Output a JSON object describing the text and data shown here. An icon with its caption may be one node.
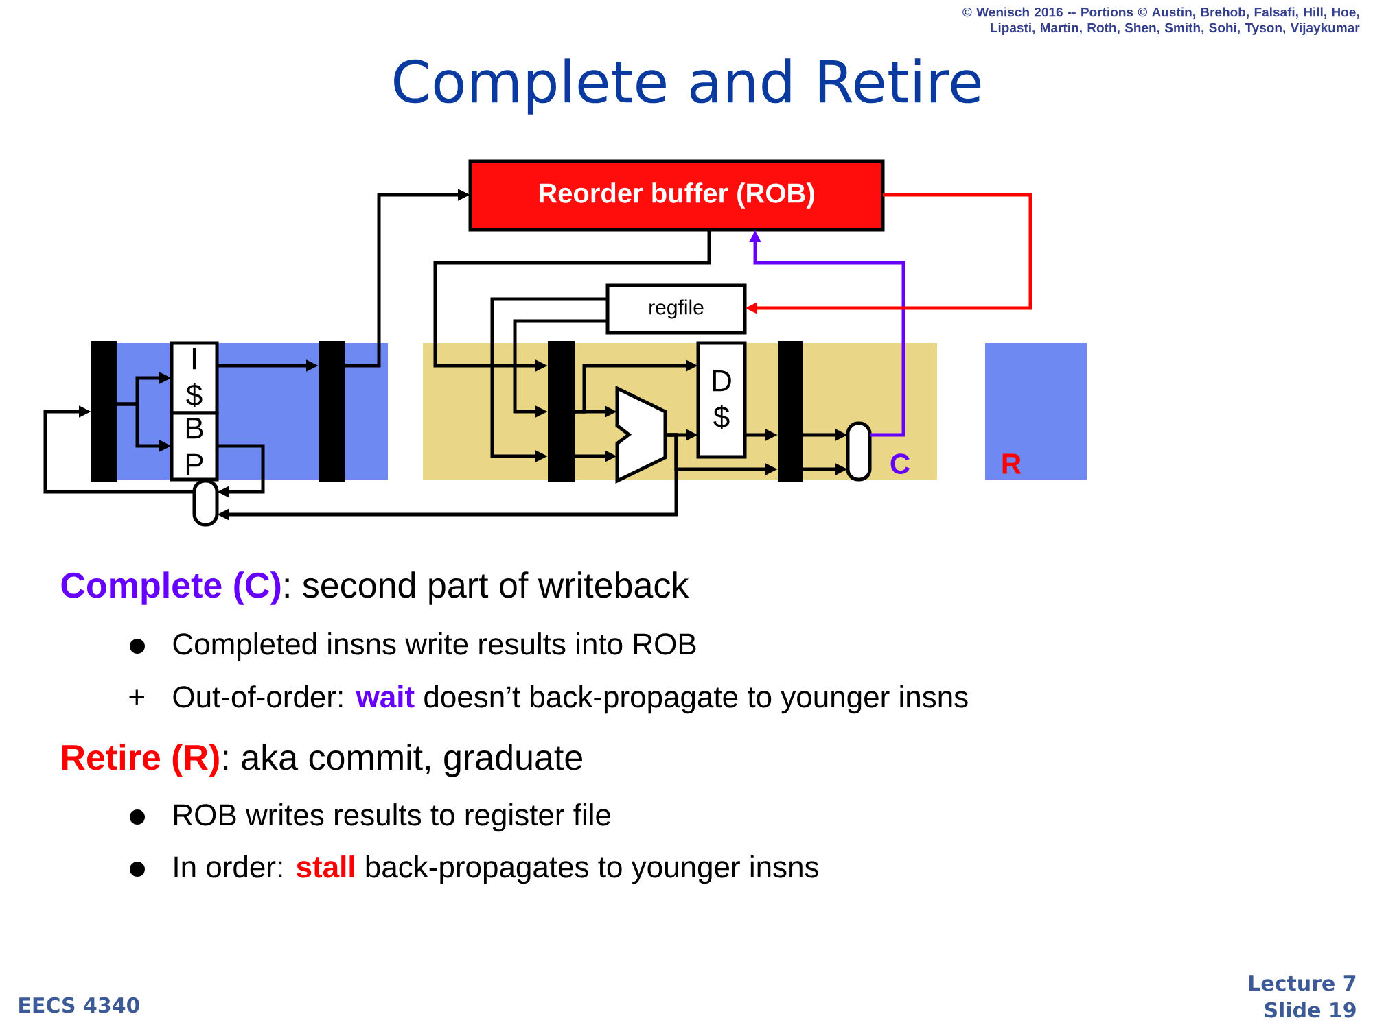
{
  "diagram": {
    "title": "Complete and Retire",
    "nodes": [
      {
        "text": [
          "Reorder buffer (ROB)"
        ]
      },
      {
        "text": [
          "regfile"
        ]
      },
      {
        "text": [],
        "shape": "bar"
      },
      {
        "text": [
          "I $"
        ]
      },
      {
        "text": [
          "B P"
        ]
      },
      {
        "text": [],
        "shape": "bar"
      },
      {
        "text": [
          "C"
        ]
      },
      {
        "text": [],
        "shape": "bar",
        "in": 6
      },
      {
        "text": [],
        "shape": "trapezoid",
        "in": 6
      },
      {
        "text": [
          "D $"
        ],
        "in": 6
      },
      {
        "text": [],
        "shape": "bar",
        "in": 6
      },
      {
        "text": [],
        "shape": "oval",
        "in": 6
      },
      {
        "text": [
          "R"
        ]
      },
      {
        "text": [],
        "shape": "oval"
      }
    ],
    "edges": [
      {
        "from": 5,
        "to": 0,
        "arrow": "to"
      },
      {
        "from": 2,
        "to": 3,
        "arrow": "to"
      },
      {
        "from": 2,
        "to": 4,
        "arrow": "to"
      },
      {
        "from": 4,
        "to": 13,
        "arrow": "to"
      },
      {
        "from": 13,
        "to": 2,
        "arrow": "to"
      },
      {
        "from": 3,
        "to": 5,
        "arrow": "to"
      },
      {
        "from": 8,
        "to": 13,
        "arrow": "to"
      },
      {
        "from": 0,
        "to": 7,
        "arrow": "to"
      },
      {
        "from": 1,
        "to": 7,
        "arrow": "to"
      },
      {
        "from": 1,
        "to": 7,
        "arrow": "to"
      },
      {
        "from": 7,
        "to": 8,
        "arrow": "to"
      },
      {
        "from": 7,
        "to": 8,
        "arrow": "to"
      },
      {
        "from": 7,
        "to": 9,
        "arrow": "to"
      },
      {
        "from": 8,
        "to": 9,
        "arrow": "to"
      },
      {
        "from": 8,
        "to": 10,
        "arrow": "to"
      },
      {
        "from": 9,
        "to": 10,
        "arrow": "to"
      },
      {
        "from": 10,
        "to": 11,
        "arrow": "to"
      },
      {
        "from": 10,
        "to": 11,
        "arrow": "to"
      },
      {
        "from": 11,
        "to": 0,
        "arrow": "to",
        "color": "#6600ff"
      },
      {
        "from": 0,
        "to": 1,
        "arrow": "to",
        "color": "#ff0000"
      }
    ],
    "labels": [
      "© Wenisch 2016 -- Portions © Austin, Brehob, Falsafi, Hill, Hoe, Lipasti, Martin, Roth, Shen, Smith, Sohi, Tyson, Vijaykumar",
      "**Complete (C)**: second part of writeback",
      "Completed insns write results into ROB",
      "+",
      "Out-of-order: **wait** doesn’t back-propagate to younger insns",
      "**Retire (R)**: aka commit, graduate",
      "ROB writes results to register file",
      "In order: **stall** back-propagates to younger insns",
      "EECS 4340",
      "Lecture 7",
      "Slide 19"
    ]
  }
}
